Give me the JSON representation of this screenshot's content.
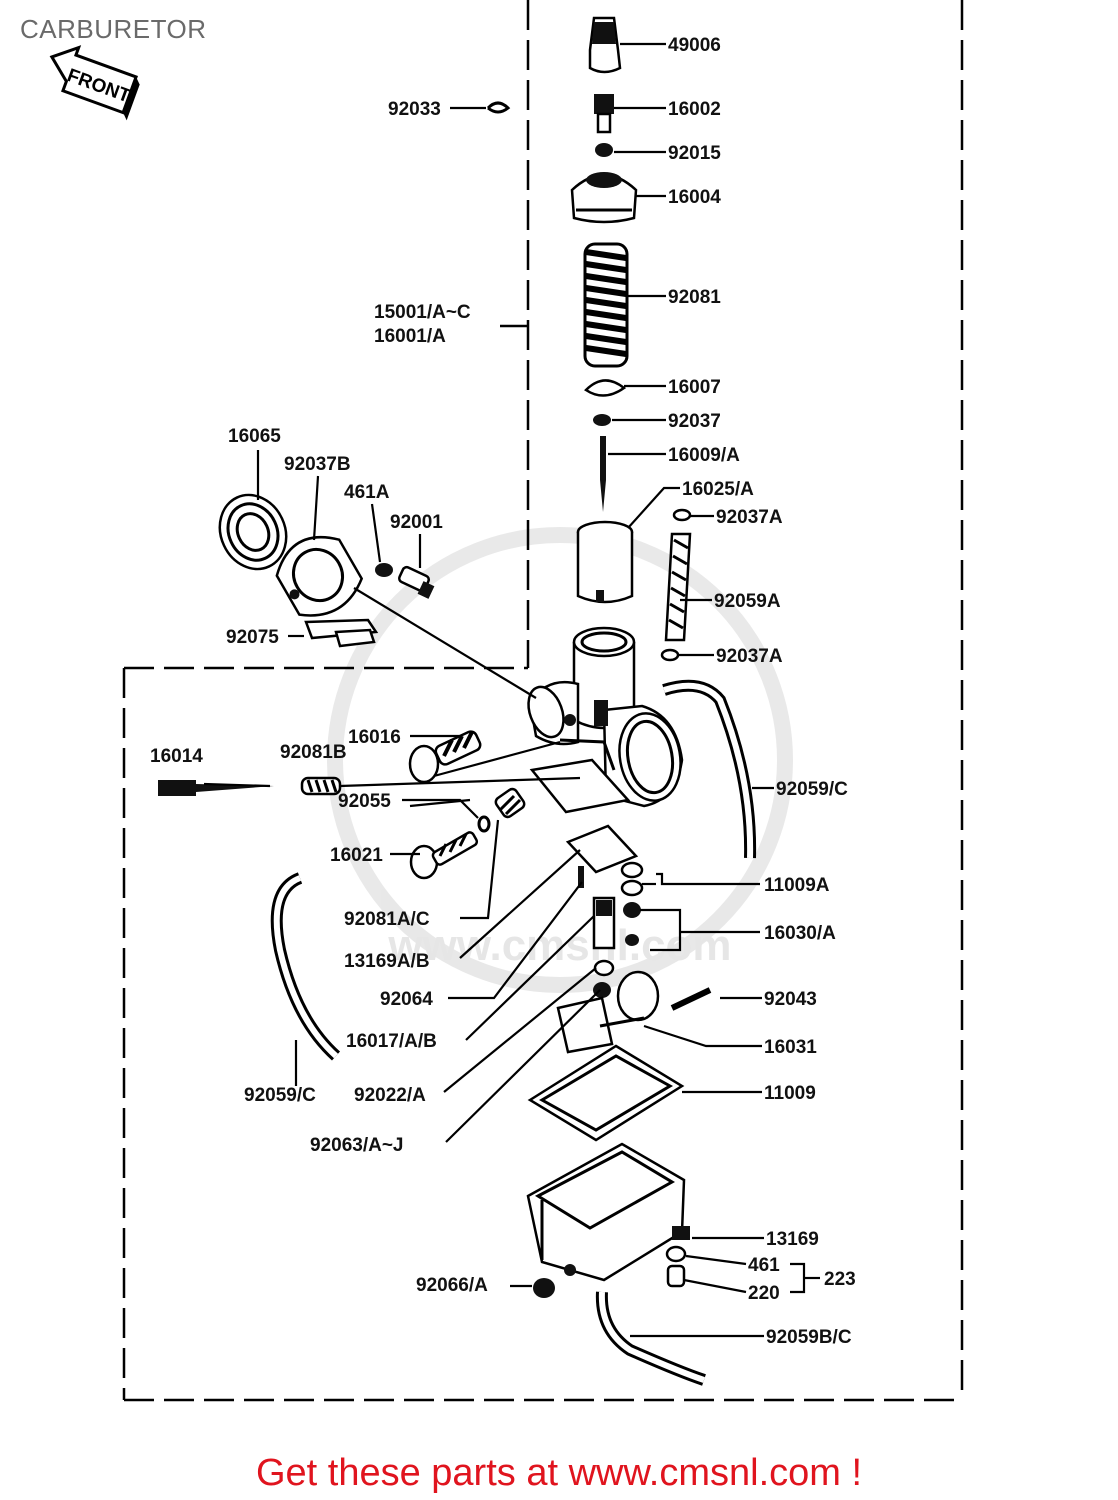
{
  "page_title": "CARBURETOR",
  "front_badge": "FRONT",
  "footer": "Get these parts at www.cmsnl.com !",
  "watermark": "www.cmsnl.com",
  "labels": {
    "p49006": "49006",
    "p16002": "16002",
    "p92033": "92033",
    "p92015": "92015",
    "p16004": "16004",
    "p92081": "92081",
    "p15001": "15001/A~C",
    "p16001": "16001/A",
    "p16007": "16007",
    "p92037": "92037",
    "p16065": "16065",
    "p16009": "16009/A",
    "p92037B": "92037B",
    "p461A": "461A",
    "p16025": "16025/A",
    "p92001": "92001",
    "p92037A_1": "92037A",
    "p92059A": "92059A",
    "p92075": "92075",
    "p92037A_2": "92037A",
    "p16016": "16016",
    "p16014": "16014",
    "p92081B": "92081B",
    "p92059C_1": "92059/C",
    "p92055": "92055",
    "p16021": "16021",
    "p11009A": "11009A",
    "p92081AC": "92081A/C",
    "p16030": "16030/A",
    "p13169AB": "13169A/B",
    "p92064": "92064",
    "p92043": "92043",
    "p16017": "16017/A/B",
    "p16031": "16031",
    "p92059C_2": "92059/C",
    "p92022": "92022/A",
    "p11009": "11009",
    "p92063": "92063/A~J",
    "p13169": "13169",
    "p461": "461",
    "p223": "223",
    "p92066": "92066/A",
    "p220": "220",
    "p92059BC": "92059B/C"
  }
}
